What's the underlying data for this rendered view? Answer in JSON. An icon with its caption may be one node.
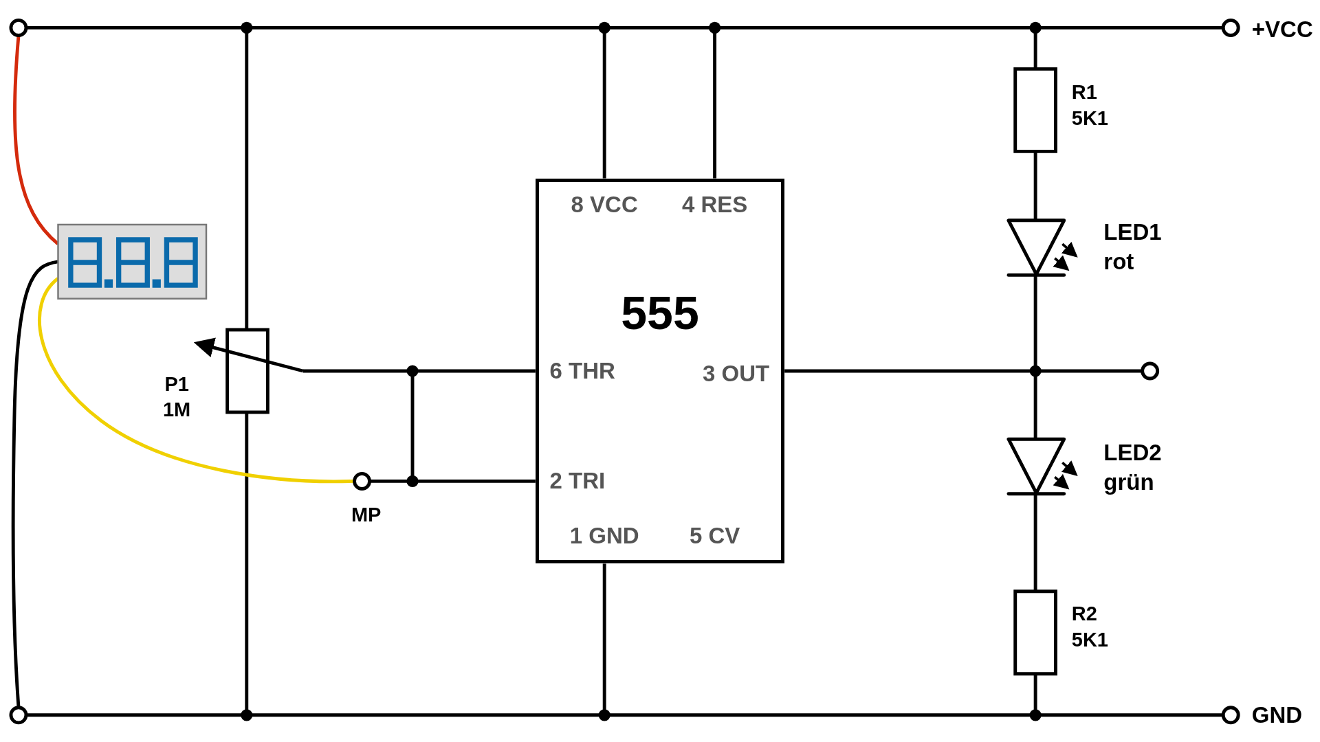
{
  "diagram": {
    "nodes": [
      {
        "text": [
          "8 VCC",
          "4 RES",
          "555",
          "6 THR",
          "3 OUT",
          "2 TRI",
          "1 GND",
          "5 CV"
        ]
      }
    ],
    "labels": [
      "+VCC",
      "R1",
      "5K1",
      "LED1",
      "rot",
      "P1",
      "1M",
      "LED2",
      "grün",
      "MP",
      "R2",
      "5K1",
      "GND"
    ]
  }
}
